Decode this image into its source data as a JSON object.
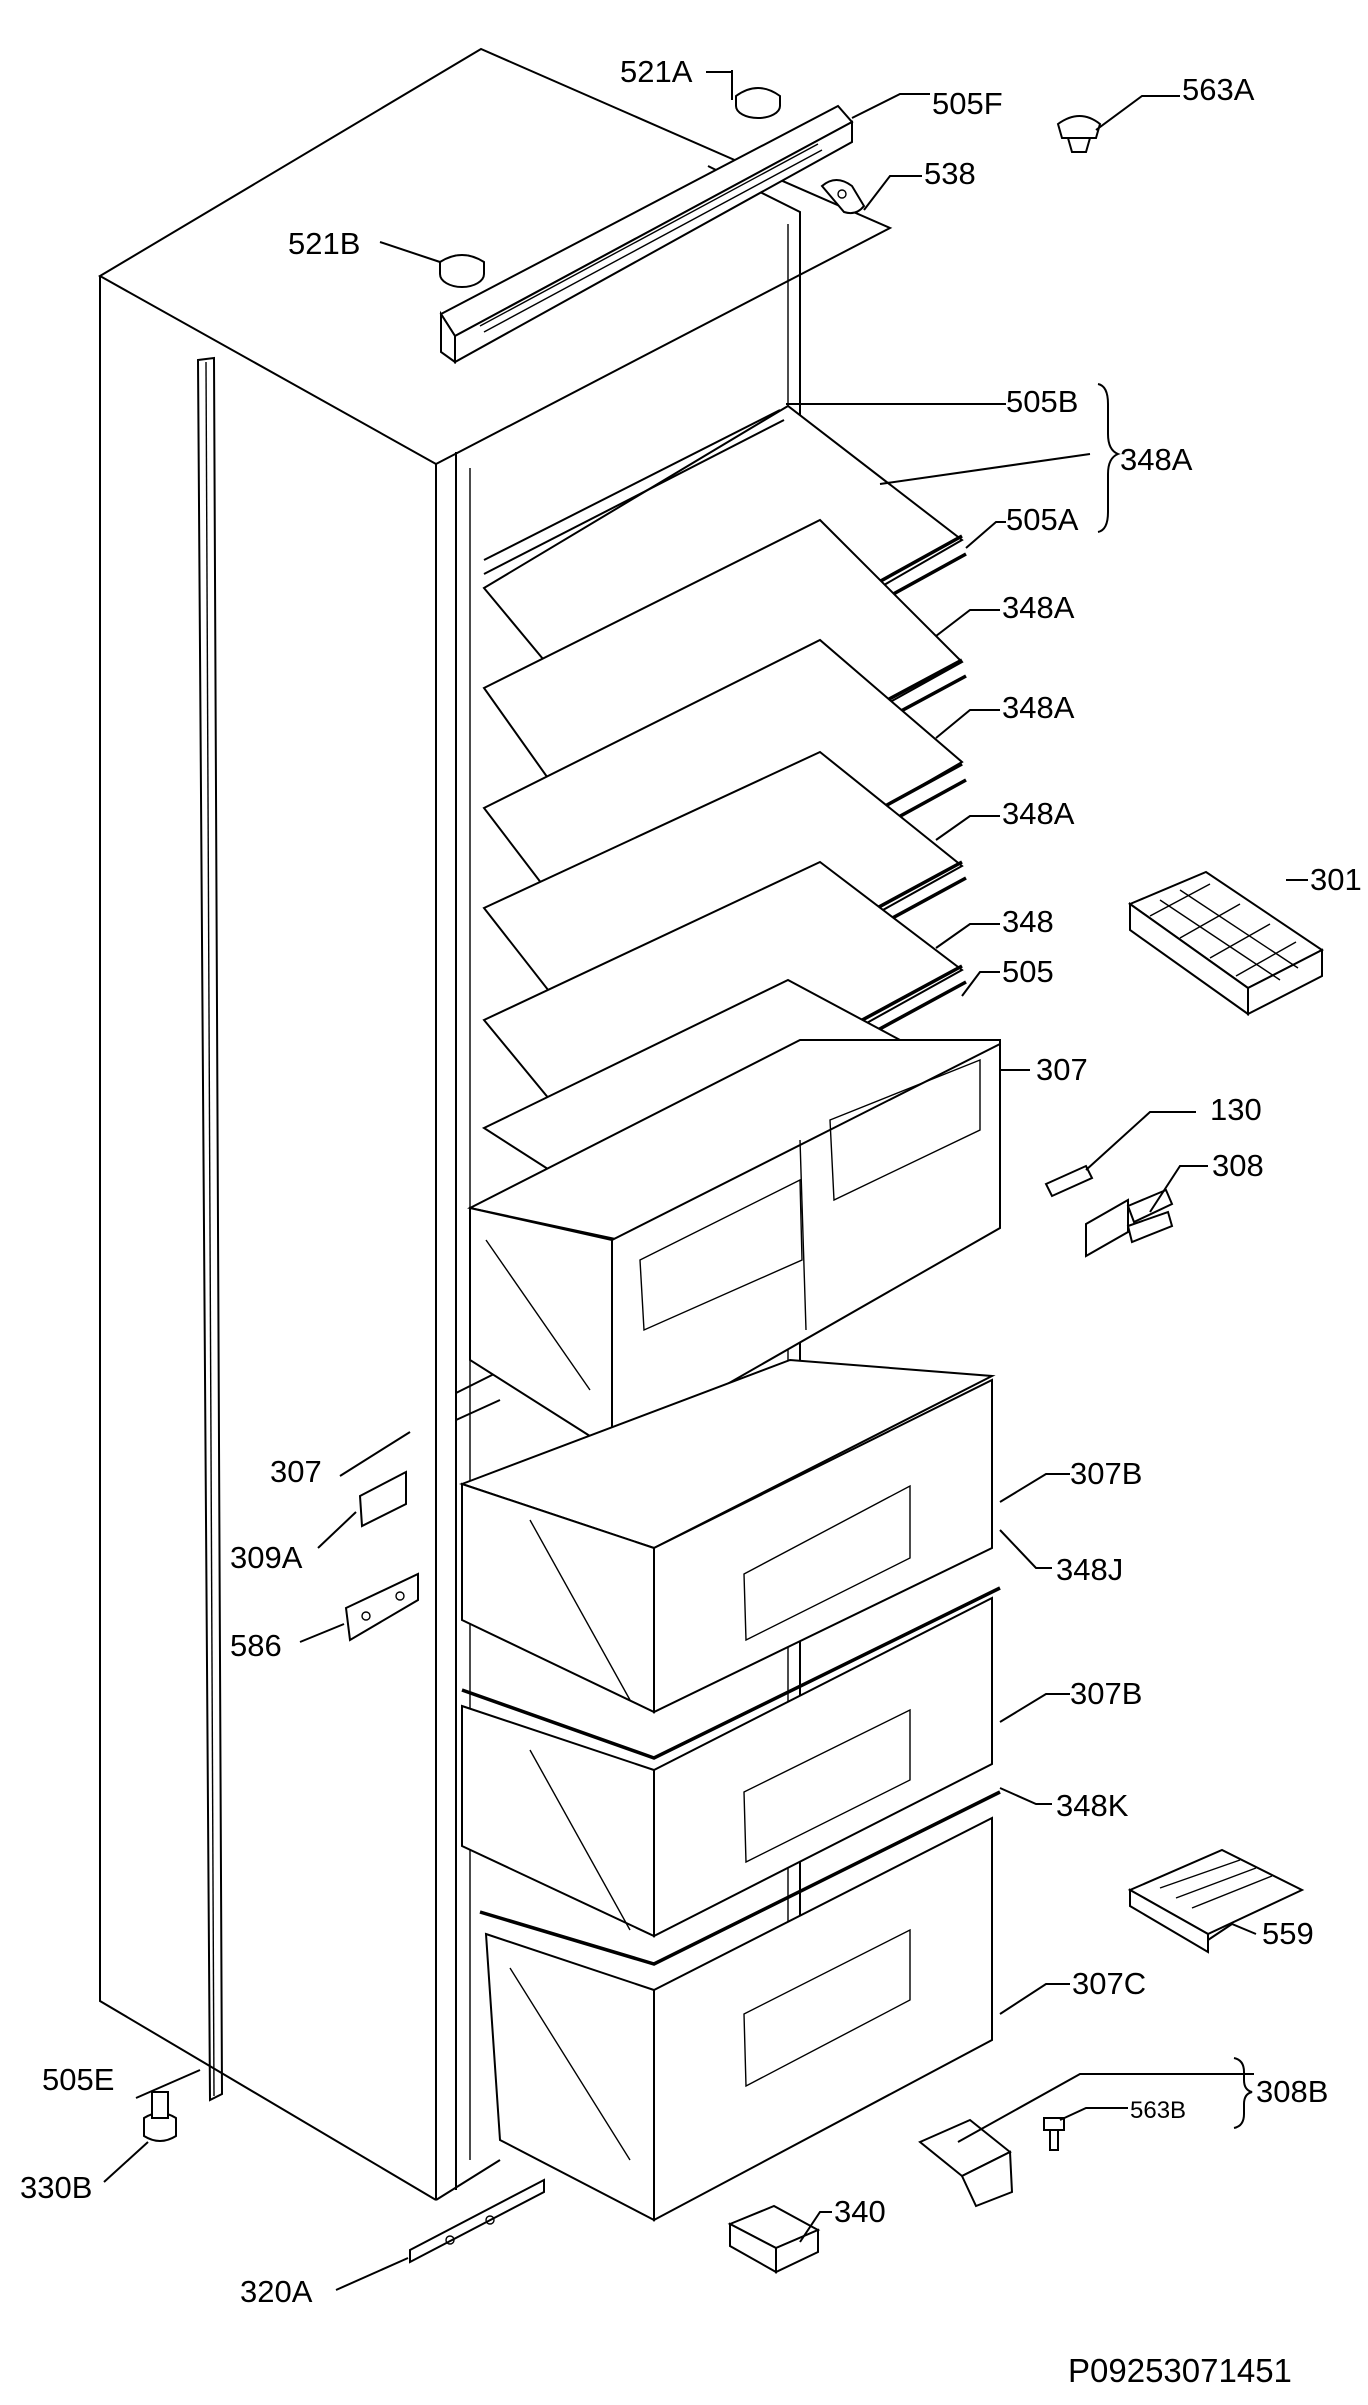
{
  "labels": {
    "l521a": "521A",
    "l505f": "505F",
    "l563a": "563A",
    "l538": "538",
    "l521b": "521B",
    "l505b": "505B",
    "l348a_group": "348A",
    "l505a": "505A",
    "l348a_1": "348A",
    "l348a_2": "348A",
    "l348a_3": "348A",
    "l301": "301",
    "l348": "348",
    "l505": "505",
    "l307": "307",
    "l130": "130",
    "l308": "308",
    "l307_left": "307",
    "l307b_1": "307B",
    "l309a": "309A",
    "l348j": "348J",
    "l586": "586",
    "l307b_2": "307B",
    "l348k": "348K",
    "l559": "559",
    "l307c": "307C",
    "l505e": "505E",
    "l563b": "563B",
    "l308b": "308B",
    "l330b": "330B",
    "l340": "340",
    "l320a": "320A"
  },
  "reference": "P09253071451"
}
